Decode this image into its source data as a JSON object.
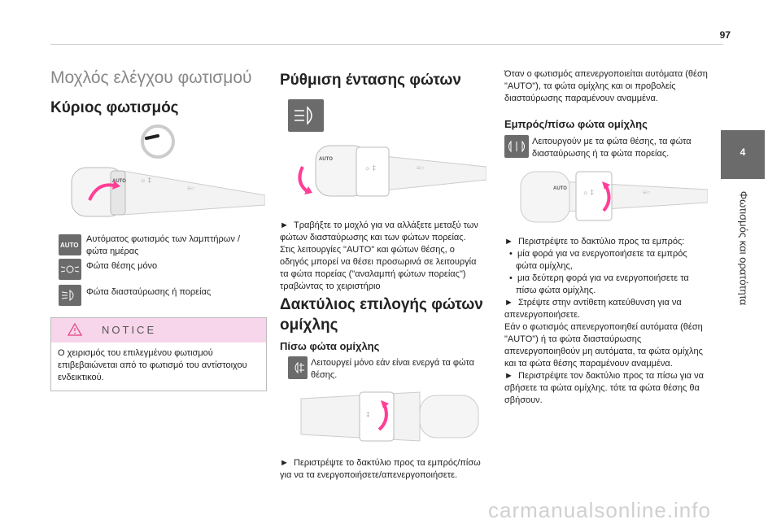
{
  "page_number": "97",
  "side_tab": {
    "number": "4",
    "title": "Φωτισμός και ορατότητα"
  },
  "col1": {
    "chapter_title": "Μοχλός ελέγχου φωτισμού",
    "section_title": "Κύριος φωτισμός",
    "icons": [
      {
        "icon": "auto-icon",
        "label": "AUTO",
        "text": "Αυτόματος φωτισμός των λαμπτήρων / φώτα ημέρας"
      },
      {
        "icon": "parking-light-icon",
        "text": "Φώτα θέσης μόνο"
      },
      {
        "icon": "headlight-icon",
        "text": "Φώτα διασταύρωσης ή πορείας"
      }
    ],
    "notice": {
      "title": "NOTICE",
      "text": "Ο χειρισμός του επιλεγμένου φωτισμού επιβεβαιώνεται από το φωτισμό του αντίστοιχου ενδεικτικού."
    },
    "stalk_labels": [
      "AUTO"
    ]
  },
  "col2": {
    "section_title": "Ρύθμιση έντασης φώτων",
    "instruction": "Τραβήξτε το μοχλό για να αλλάξετε μεταξύ των φώτων διασταύρωσης και των φώτων πορείας.",
    "para": "Στις λειτουργίες \"AUTO\" και φώτων θέσης, ο οδηγός μπορεί να θέσει προσωρινά σε λειτουργία τα φώτα πορείας (\"αναλαμπή φώτων πορείας\") τραβώντας το χειριστήριο",
    "section2_title": "Δακτύλιος επιλογής φώτων ομίχλης",
    "subsection_title": "Πίσω φώτα ομίχλης",
    "fog_rear_text": "Λειτουργεί μόνο εάν είναι ενεργά τα φώτα θέσης.",
    "instruction2": "Περιστρέψτε το δακτύλιο προς τα εμπρός/πίσω για να τα ενεργοποιήσετε/απενεργοποιήσετε.",
    "stalk_label": "AUTO"
  },
  "col3": {
    "intro": "Όταν ο φωτισμός απενεργοποιείται αυτόματα (θέση \"AUTO\"), τα φώτα ομίχλης και οι προβολείς διασταύρωσης παραμένουν αναμμένα.",
    "subsection_title": "Εμπρός/πίσω φώτα ομίχλης",
    "fog_text": "Λειτουργούν με τα φώτα θέσης, τα φώτα διασταύρωσης ή τα φώτα πορείας.",
    "instruction": "Περιστρέψτε το δακτύλιο προς τα εμπρός:",
    "bullets": [
      "μία φορά για να ενεργοποιήσετε τα εμπρός φώτα ομίχλης,",
      "μια δεύτερη φορά για να ενεργοποιήσετε τα πίσω φώτα ομίχλης."
    ],
    "instruction2": "Στρέψτε στην αντίθετη κατεύθυνση για να απενεργοποιήσετε.",
    "para": "Εάν ο φωτισμός απενεργοποιηθεί αυτόματα (θέση \"AUTO\") ή τα φώτα διασταύρωσης απενεργοποιηθούν μη αυτόματα, τα φώτα ομίχλης και τα φώτα θέσης παραμένουν αναμμένα.",
    "instruction3": "Περιστρέψτε τον δακτύλιο προς τα πίσω για να σβήσετε τα φώτα ομίχλης. τότε τα φώτα θέσης θα σβήσουν.",
    "stalk_label": "AUTO"
  },
  "watermark": "carmanualsonline.info",
  "colors": {
    "accent": "#ff3e96",
    "icon_bg": "#6b6b6b",
    "notice_bg": "#f7d5ea",
    "tab_bg": "#6b6b6b"
  }
}
